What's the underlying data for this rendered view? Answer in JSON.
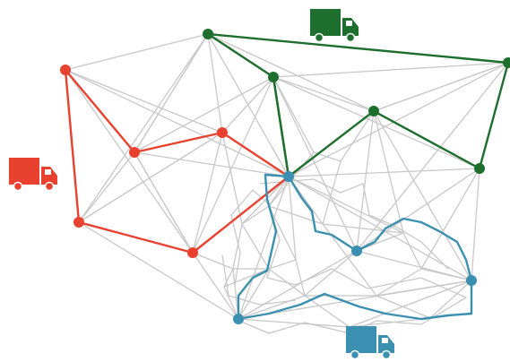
{
  "colors": {
    "background": "#ffffff",
    "network_edge": "#c8c8c8",
    "red_route": "#e8412f",
    "green_route": "#1e6e2e",
    "blue_route": "#3b8fb0"
  },
  "icons": {
    "red_truck": "truck-icon",
    "green_truck": "truck-icon",
    "blue_truck": "truck-icon"
  },
  "nodes": [
    {
      "id": "r1",
      "route": "red"
    },
    {
      "id": "r2",
      "route": "red"
    },
    {
      "id": "r3",
      "route": "red"
    },
    {
      "id": "r4",
      "route": "red"
    },
    {
      "id": "r5",
      "route": "red"
    },
    {
      "id": "g1",
      "route": "green"
    },
    {
      "id": "g2",
      "route": "green"
    },
    {
      "id": "g3",
      "route": "green"
    },
    {
      "id": "g4",
      "route": "green"
    },
    {
      "id": "g5",
      "route": "green"
    },
    {
      "id": "hub",
      "route": "blue"
    },
    {
      "id": "b1",
      "route": "blue"
    },
    {
      "id": "b2",
      "route": "blue"
    },
    {
      "id": "b3",
      "route": "blue"
    }
  ],
  "routes": [
    {
      "name": "red",
      "color_key": "red_route"
    },
    {
      "name": "green",
      "color_key": "green_route"
    },
    {
      "name": "blue",
      "color_key": "blue_route"
    }
  ]
}
